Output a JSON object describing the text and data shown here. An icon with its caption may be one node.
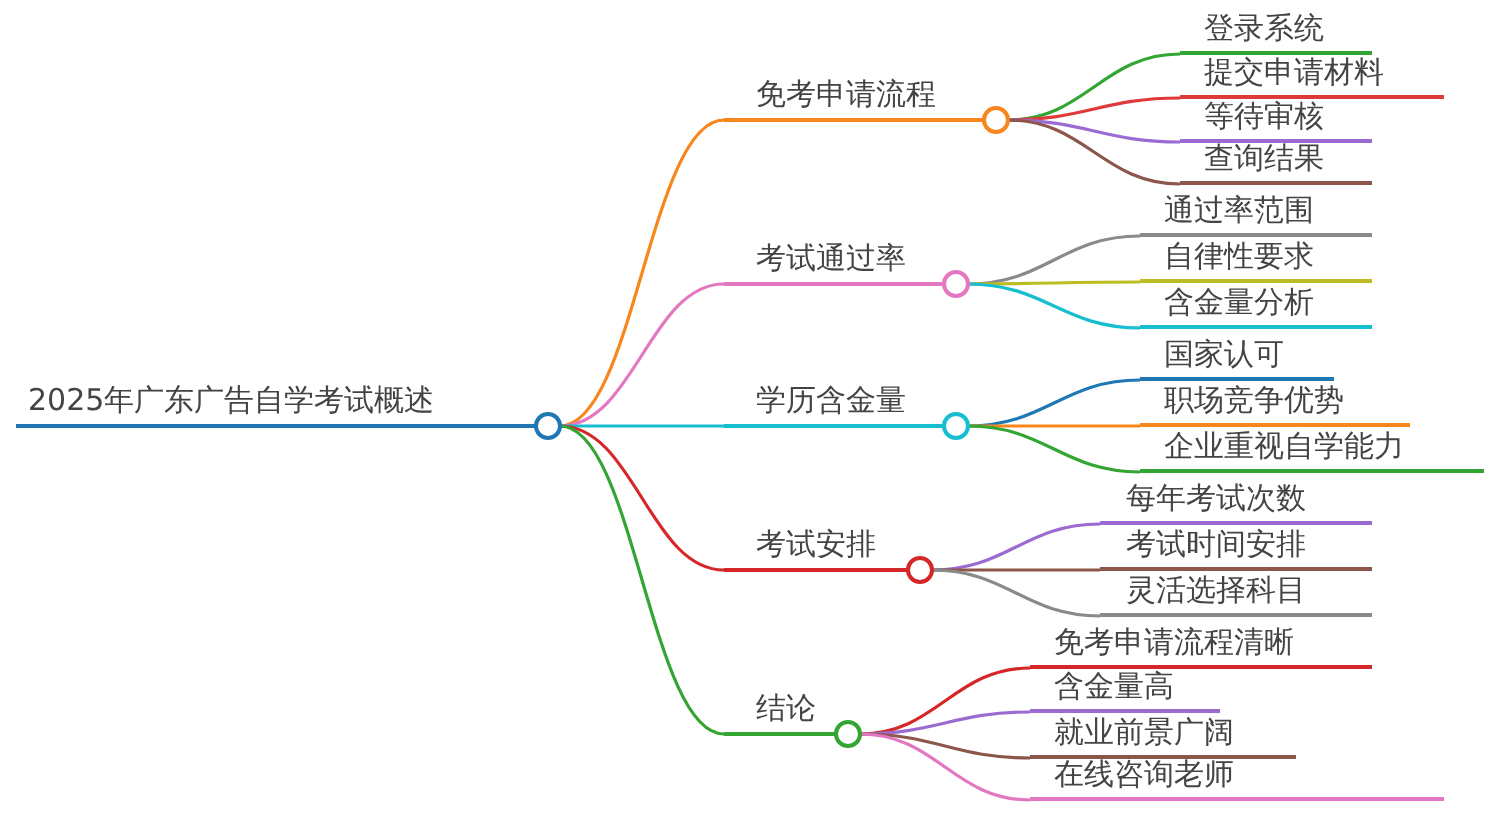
{
  "diagram": {
    "nodes": [
      {
        "text": [
          "2025年广东广告自学考试概述"
        ]
      },
      {
        "text": [
          "免考申请流程"
        ]
      },
      {
        "text": [
          "登录系统"
        ]
      },
      {
        "text": [
          "提交申请材料"
        ]
      },
      {
        "text": [
          "等待审核"
        ]
      },
      {
        "text": [
          "查询结果"
        ]
      },
      {
        "text": [
          "考试通过率"
        ]
      },
      {
        "text": [
          "通过率范围"
        ]
      },
      {
        "text": [
          "自律性要求"
        ]
      },
      {
        "text": [
          "含金量分析"
        ]
      },
      {
        "text": [
          "学历含金量"
        ]
      },
      {
        "text": [
          "国家认可"
        ]
      },
      {
        "text": [
          "职场竞争优势"
        ]
      },
      {
        "text": [
          "企业重视自学能力"
        ]
      },
      {
        "text": [
          "考试安排"
        ]
      },
      {
        "text": [
          "每年考试次数"
        ]
      },
      {
        "text": [
          "考试时间安排"
        ]
      },
      {
        "text": [
          "灵活选择科目"
        ]
      },
      {
        "text": [
          "结论"
        ]
      },
      {
        "text": [
          "免考申请流程清晰"
        ]
      },
      {
        "text": [
          "含金量高"
        ]
      },
      {
        "text": [
          "就业前景广阔"
        ]
      },
      {
        "text": [
          "在线咨询老师"
        ]
      }
    ],
    "edges": [
      {
        "from": 0,
        "to": 1,
        "arrow": "none",
        "color": "#f7861c"
      },
      {
        "from": 1,
        "to": 2,
        "arrow": "none",
        "color": "#33a532"
      },
      {
        "from": 1,
        "to": 3,
        "arrow": "none",
        "color": "#df3a3a"
      },
      {
        "from": 1,
        "to": 4,
        "arrow": "none",
        "color": "#9b6bd1"
      },
      {
        "from": 1,
        "to": 5,
        "arrow": "none",
        "color": "#8c564b"
      },
      {
        "from": 0,
        "to": 6,
        "arrow": "none",
        "color": "#e377c2"
      },
      {
        "from": 6,
        "to": 7,
        "arrow": "none",
        "color": "#8a8a8a"
      },
      {
        "from": 6,
        "to": 8,
        "arrow": "none",
        "color": "#bcbd22"
      },
      {
        "from": 6,
        "to": 9,
        "arrow": "none",
        "color": "#17becf"
      },
      {
        "from": 0,
        "to": 10,
        "arrow": "none",
        "color": "#17becf"
      },
      {
        "from": 10,
        "to": 11,
        "arrow": "none",
        "color": "#1f77b4"
      },
      {
        "from": 10,
        "to": 12,
        "arrow": "none",
        "color": "#f7861c"
      },
      {
        "from": 10,
        "to": 13,
        "arrow": "none",
        "color": "#33a532"
      },
      {
        "from": 0,
        "to": 14,
        "arrow": "none",
        "color": "#d62728"
      },
      {
        "from": 14,
        "to": 15,
        "arrow": "none",
        "color": "#9b6bd1"
      },
      {
        "from": 14,
        "to": 16,
        "arrow": "none",
        "color": "#8c564b"
      },
      {
        "from": 14,
        "to": 17,
        "arrow": "none",
        "color": "#8a8a8a"
      },
      {
        "from": 0,
        "to": 18,
        "arrow": "none",
        "color": "#33a532"
      },
      {
        "from": 18,
        "to": 19,
        "arrow": "none",
        "color": "#d62728"
      },
      {
        "from": 18,
        "to": 20,
        "arrow": "none",
        "color": "#9b6bd1"
      },
      {
        "from": 18,
        "to": 21,
        "arrow": "none",
        "color": "#8c564b"
      },
      {
        "from": 18,
        "to": 22,
        "arrow": "none",
        "color": "#e377c2"
      }
    ]
  }
}
